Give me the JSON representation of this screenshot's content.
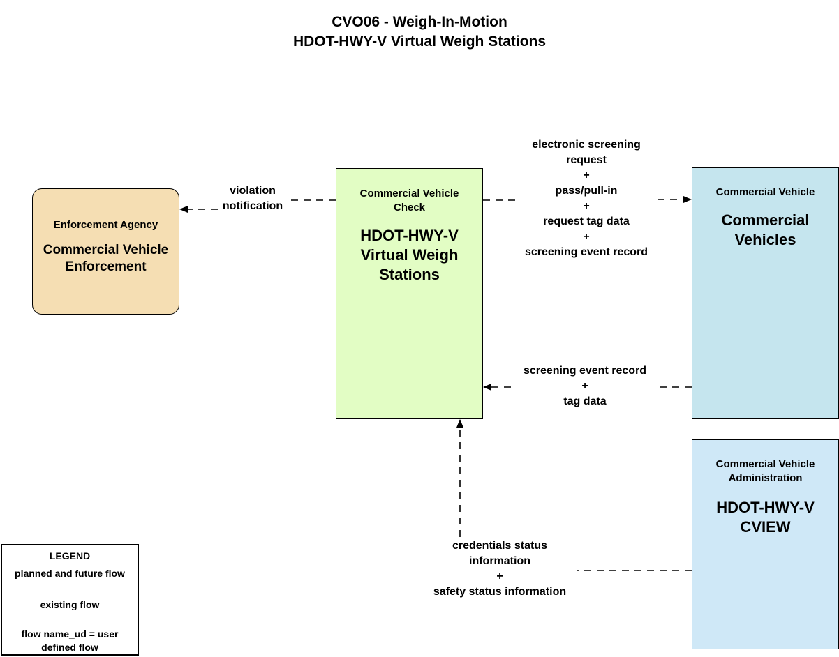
{
  "title": {
    "line1": "CVO06 - Weigh-In-Motion",
    "line2": "HDOT-HWY-V Virtual Weigh Stations"
  },
  "nodes": {
    "enforcement": {
      "category": "Enforcement Agency",
      "name": "Commercial Vehicle Enforcement",
      "fill": "#f5deb3"
    },
    "weigh_stations": {
      "category": "Commercial Vehicle Check",
      "name": "HDOT-HWY-V Virtual Weigh Stations",
      "fill": "#e2fdc4"
    },
    "commercial_vehicles": {
      "category": "Commercial Vehicle",
      "name": "Commercial Vehicles",
      "fill": "#c5e5ee"
    },
    "cview": {
      "category": "Commercial Vehicle Administration",
      "name": "HDOT-HWY-V CVIEW",
      "fill": "#cfe8f7"
    }
  },
  "flows": {
    "violation": {
      "line1": "violation",
      "line2": "notification"
    },
    "screening_out": {
      "l1": "electronic screening",
      "l2": "request",
      "p1": "+",
      "l3": "pass/pull-in",
      "p2": "+",
      "l4": "request tag data",
      "p3": "+",
      "l5": "screening event record"
    },
    "screening_in": {
      "l1": "screening event record",
      "p1": "+",
      "l2": "tag data"
    },
    "credentials": {
      "l1": "credentials status",
      "l2": "information",
      "p1": "+",
      "l3": "safety status information"
    }
  },
  "legend": {
    "title": "LEGEND",
    "planned": "planned and future flow",
    "existing": "existing flow",
    "note": "flow name_ud = user defined flow"
  }
}
